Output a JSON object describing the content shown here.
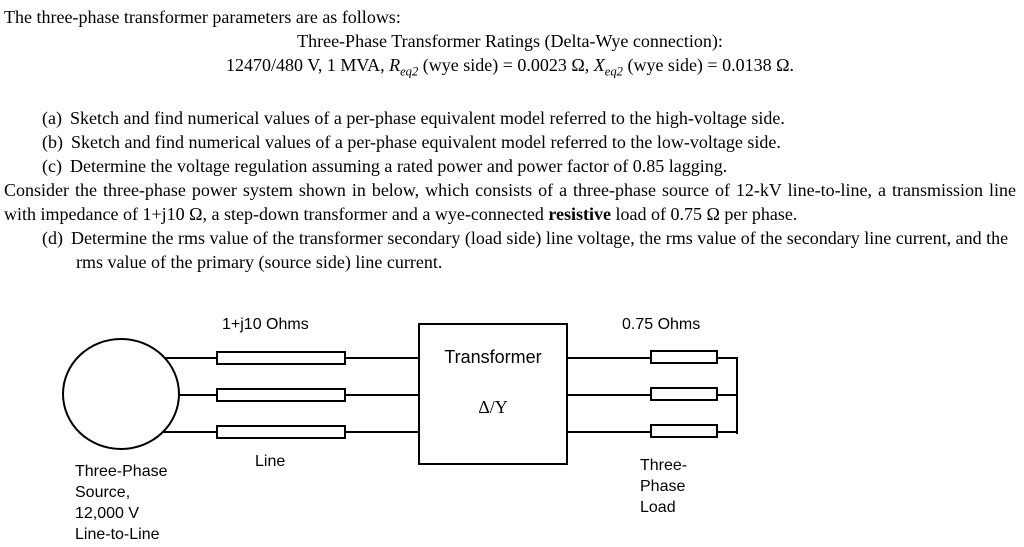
{
  "doc": {
    "intro": "The three-phase transformer parameters are as follows:",
    "ratings_title": "Three-Phase Transformer Ratings (Delta-Wye connection):",
    "ratings": {
      "part1": "12470/480 V, 1 MVA, ",
      "r_sym": "R",
      "r_sub": "eq2",
      "part2": " (wye side) = 0.0023 Ω, ",
      "x_sym": "X",
      "x_sub": "eq2",
      "part3": " (wye side) = 0.0138 Ω."
    },
    "items": [
      {
        "label": "(a)",
        "text": "Sketch and find numerical values of a per-phase equivalent model referred to the high-voltage side."
      },
      {
        "label": "(b)",
        "text": "Sketch and find numerical values of a per-phase equivalent model referred to the low-voltage side."
      },
      {
        "label": "(c)",
        "text": "Determine the voltage regulation assuming a rated power and power factor of 0.85 lagging."
      }
    ],
    "paragraph": {
      "part1": "Consider the three-phase power system shown in below, which consists of a three-phase source of 12-kV line-to-line, a transmission line with impedance of 1+j10 Ω, a step-down transformer and a wye-connected ",
      "bold": "resistive",
      "part2": " load of 0.75 Ω per phase."
    },
    "item_d": {
      "label": "(d)",
      "text": "Determine the rms value of the transformer secondary (load side) line voltage, the rms value of the secondary line current, and the rms value of the primary (source side) line current."
    }
  },
  "figure": {
    "line_impedance_label": "1+j10 Ohms",
    "load_impedance_label": "0.75 Ohms",
    "transformer_label": "Transformer",
    "transformer_connection": "Δ/Y",
    "line_label": "Line",
    "source_label_lines": [
      "Three-Phase",
      "Source,",
      "12,000 V",
      "Line-to-Line"
    ],
    "load_label_lines": [
      "Three-",
      "Phase",
      "Load"
    ]
  }
}
